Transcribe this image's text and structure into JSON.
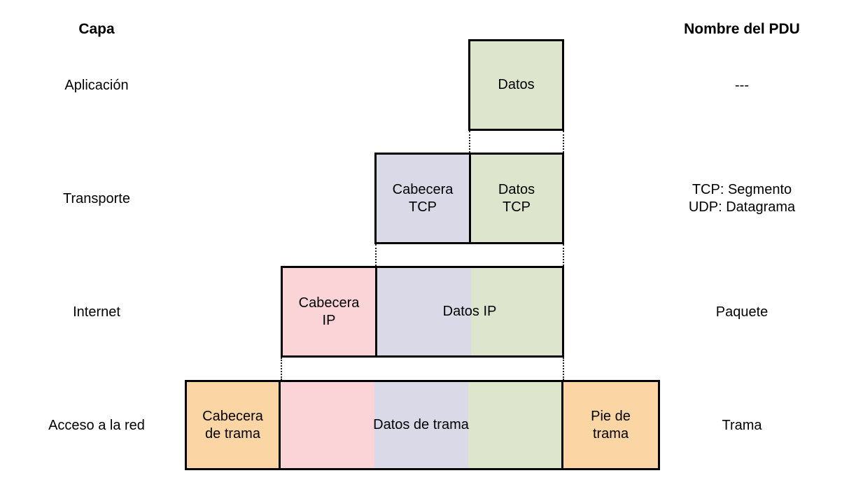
{
  "headers": {
    "left": "Capa",
    "right": "Nombre del PDU"
  },
  "colors": {
    "data_green": "#dde5cc",
    "tcp_lavender": "#d9d9e7",
    "ip_pink": "#fad4d7",
    "frame_orange": "#fcd5a5",
    "border": "#000000",
    "background": "#ffffff"
  },
  "layers": [
    {
      "name": "Aplicación",
      "pdu": "---",
      "blocks": [
        {
          "label": "Datos",
          "color": "data_green"
        }
      ]
    },
    {
      "name": "Transporte",
      "pdu": "TCP: Segmento\nUDP: Datagrama",
      "pdu_line1": "TCP: Segmento",
      "pdu_line2": "UDP: Datagrama",
      "blocks": [
        {
          "label": "Cabecera\nTCP",
          "label_line1": "Cabecera",
          "label_line2": "TCP",
          "color": "tcp_lavender"
        },
        {
          "label": "Datos\nTCP",
          "label_line1": "Datos",
          "label_line2": "TCP",
          "color": "data_green"
        }
      ]
    },
    {
      "name": "Internet",
      "pdu": "Paquete",
      "blocks": [
        {
          "label": "Cabecera\nIP",
          "label_line1": "Cabecera",
          "label_line2": "IP",
          "color": "ip_pink"
        },
        {
          "label": "Datos IP",
          "color": "tcp_lavender+data_green"
        }
      ]
    },
    {
      "name": "Acceso a la red",
      "pdu": "Trama",
      "blocks": [
        {
          "label": "Cabecera\nde trama",
          "label_line1": "Cabecera",
          "label_line2": "de trama",
          "color": "frame_orange"
        },
        {
          "label": "Datos de trama",
          "color": "ip_pink+tcp_lavender+data_green"
        },
        {
          "label": "Pie de\ntrama",
          "label_line1": "Pie de",
          "label_line2": "trama",
          "color": "frame_orange"
        }
      ]
    }
  ]
}
